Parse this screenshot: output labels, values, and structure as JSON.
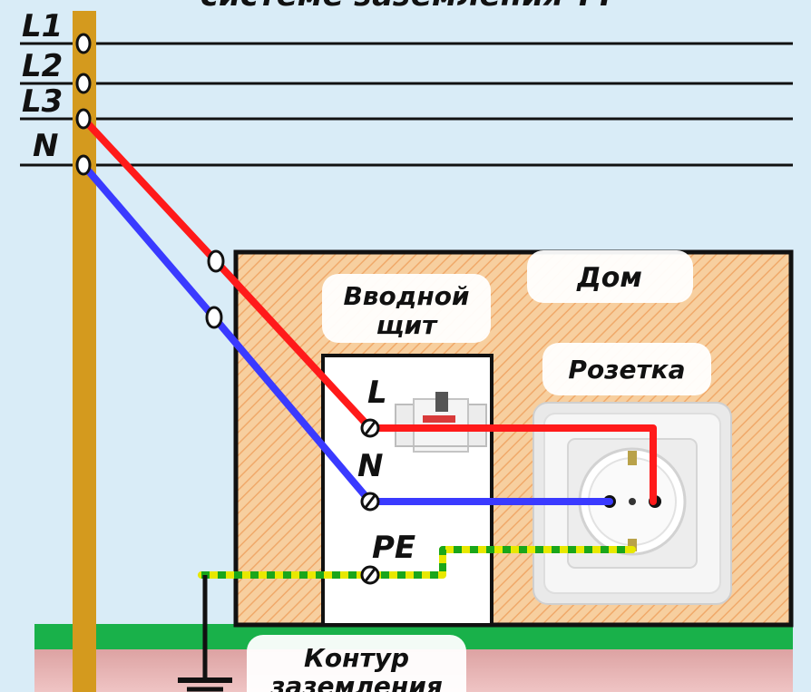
{
  "title": "системе заземления ТТ",
  "line_labels": [
    "L1",
    "L2",
    "L3",
    "N"
  ],
  "labels": {
    "house": "Дом",
    "panel_line1": "Вводной",
    "panel_line2": "щит",
    "socket": "Розетка",
    "terminal_l": "L",
    "terminal_n": "N",
    "terminal_pe": "PE",
    "ground_line1": "Контур",
    "ground_line2": "заземления"
  },
  "colors": {
    "background": "#d9ecf7",
    "pole": "#d49a1e",
    "phase_wire": "#ff1a1a",
    "neutral_wire": "#3a3aff",
    "pe_wire_a": "#e8e800",
    "pe_wire_b": "#1aa61a",
    "ground": "#19b14a",
    "soil": "#e8b3b3",
    "house_fill": "#f7c99a"
  }
}
